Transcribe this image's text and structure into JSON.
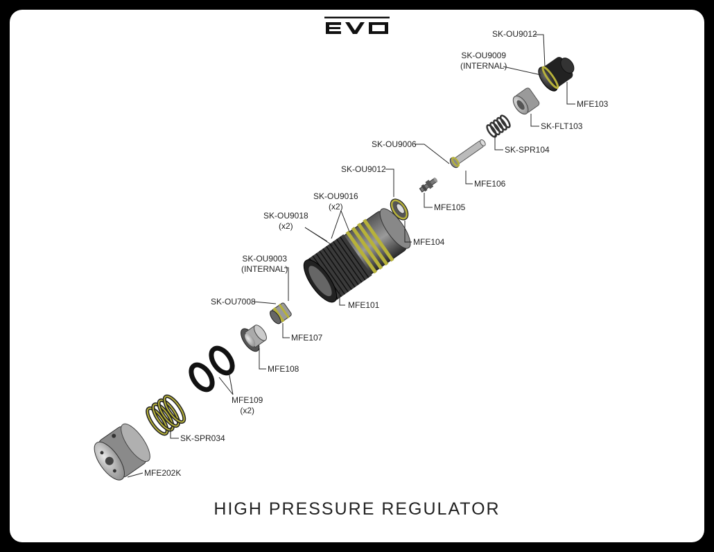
{
  "brand": "evo",
  "title": "HIGH PRESSURE REGULATOR",
  "parts": [
    {
      "id": "sk-ou9012-top",
      "lines": [
        "SK-OU9012"
      ]
    },
    {
      "id": "sk-ou9009",
      "lines": [
        "SK-OU9009",
        "(INTERNAL)"
      ]
    },
    {
      "id": "mfe103",
      "lines": [
        "MFE103"
      ]
    },
    {
      "id": "sk-flt103",
      "lines": [
        "SK-FLT103"
      ]
    },
    {
      "id": "sk-spr104",
      "lines": [
        "SK-SPR104"
      ]
    },
    {
      "id": "sk-ou9006",
      "lines": [
        "SK-OU9006"
      ]
    },
    {
      "id": "mfe106",
      "lines": [
        "MFE106"
      ]
    },
    {
      "id": "sk-ou9012-mid",
      "lines": [
        "SK-OU9012"
      ]
    },
    {
      "id": "mfe105",
      "lines": [
        "MFE105"
      ]
    },
    {
      "id": "mfe104",
      "lines": [
        "MFE104"
      ]
    },
    {
      "id": "sk-ou9016",
      "lines": [
        "SK-OU9016",
        "(x2)"
      ]
    },
    {
      "id": "sk-ou9018",
      "lines": [
        "SK-OU9018",
        "(x2)"
      ]
    },
    {
      "id": "sk-ou9003",
      "lines": [
        "SK-OU9003",
        "(INTERNAL)"
      ]
    },
    {
      "id": "mfe101",
      "lines": [
        "MFE101"
      ]
    },
    {
      "id": "sk-ou7008",
      "lines": [
        "SK-OU7008"
      ]
    },
    {
      "id": "mfe107",
      "lines": [
        "MFE107"
      ]
    },
    {
      "id": "mfe108",
      "lines": [
        "MFE108"
      ]
    },
    {
      "id": "mfe109",
      "lines": [
        "MFE109",
        "(x2)"
      ]
    },
    {
      "id": "sk-spr034",
      "lines": [
        "SK-SPR034"
      ]
    },
    {
      "id": "mfe202k",
      "lines": [
        "MFE202K"
      ]
    }
  ]
}
